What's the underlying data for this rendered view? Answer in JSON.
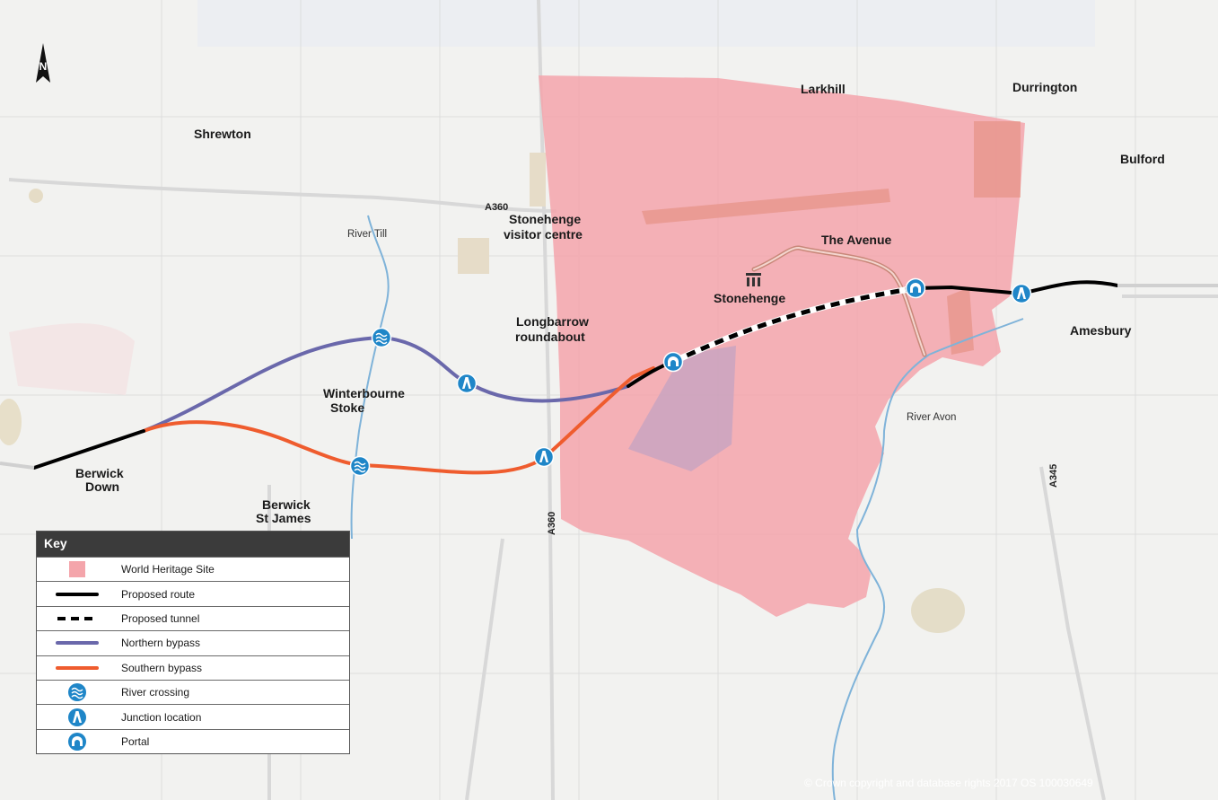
{
  "labels": {
    "north": "N",
    "shrewton": "Shrewton",
    "larkhill": "Larkhill",
    "durrington": "Durrington",
    "bulford": "Bulford",
    "amesbury": "Amesbury",
    "winterbourne_1": "Winterbourne",
    "winterbourne_2": "Stoke",
    "berwick_down_1": "Berwick",
    "berwick_down_2": "Down",
    "berwick_stjames_1": "Berwick",
    "berwick_stjames_2": "St James",
    "visitor_centre_1": "Stonehenge",
    "visitor_centre_2": "visitor centre",
    "longbarrow_1": "Longbarrow",
    "longbarrow_2": "roundabout",
    "stonehenge": "Stonehenge",
    "the_avenue": "The Avenue",
    "river_till": "River Till",
    "river_avon": "River Avon",
    "a360_north": "A360",
    "a360_south": "A360",
    "a345": "A345",
    "copyright": "© Crown copyright and database rights 2017 OS 100030649"
  },
  "key": {
    "title": "Key",
    "items": [
      {
        "label": "World Heritage Site",
        "symbol": "pink-square"
      },
      {
        "label": "Proposed route",
        "symbol": "black-line"
      },
      {
        "label": "Proposed tunnel",
        "symbol": "dashed-line"
      },
      {
        "label": "Northern bypass",
        "symbol": "purple-line"
      },
      {
        "label": "Southern bypass",
        "symbol": "orange-line"
      },
      {
        "label": "River crossing",
        "symbol": "river-crossing-icon"
      },
      {
        "label": "Junction location",
        "symbol": "junction-icon"
      },
      {
        "label": "Portal",
        "symbol": "portal-icon"
      }
    ]
  },
  "colors": {
    "world_heritage_site": "#f4a5ab",
    "proposed_route": "#000000",
    "northern_bypass": "#6a68ab",
    "southern_bypass": "#ef5c2e",
    "marker_blue": "#1f86c8",
    "avenue": "#c9887a",
    "river": "#7fb3d9"
  }
}
